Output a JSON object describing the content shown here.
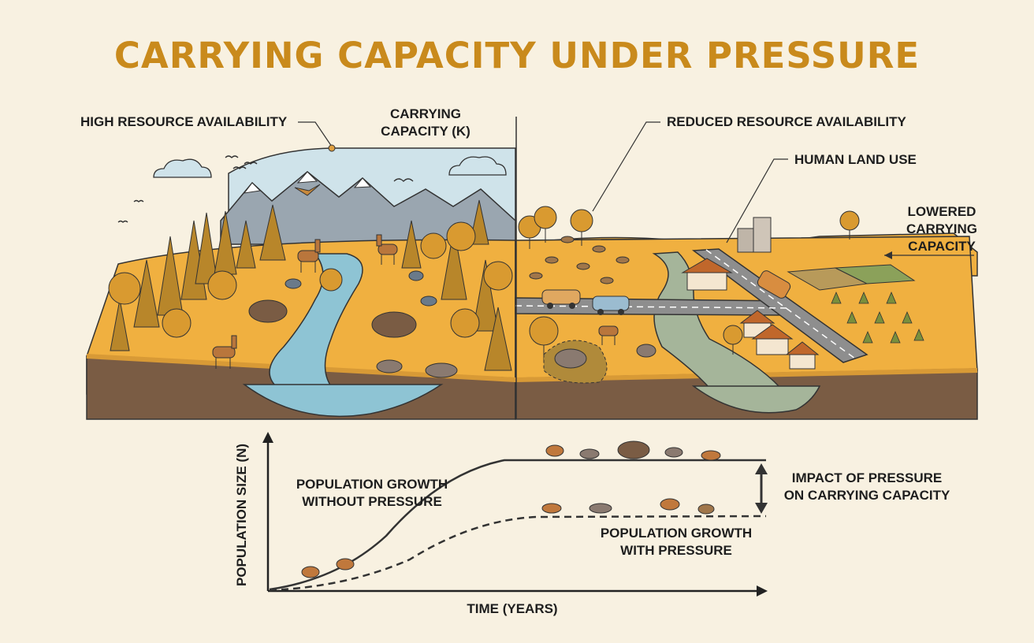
{
  "title": "CARRYING CAPACITY UNDER PRESSURE",
  "labels": {
    "high_resource": "HIGH RESOURCE AVAILABILITY",
    "k_line1": "CARRYING",
    "k_line2": "CAPACITY (K)",
    "reduced_resource": "REDUCED RESOURCE AVAILABILITY",
    "human_land_use": "HUMAN LAND USE",
    "lowered_line1": "LOWERED",
    "lowered_line2": "CARRYING",
    "lowered_line3": "CAPACITY"
  },
  "graph": {
    "y_axis_label": "POPULATION SIZE (N)",
    "x_axis_label": "TIME (YEARS)",
    "growth_without_line1": "POPULATION GROWTH",
    "growth_without_line2": "WITHOUT PRESSURE",
    "growth_with_line1": "POPULATION GROWTH",
    "growth_with_line2": "WITH PRESSURE",
    "impact_line1": "IMPACT OF PRESSURE",
    "impact_line2": "ON CARRYING CAPACITY"
  },
  "colors": {
    "title": "#c98a1c",
    "background": "#f8f1e1",
    "ground": "#f0b040",
    "soil": "#7a5c44",
    "water": "#8ec4d4",
    "sky": "#cfe3ea"
  }
}
